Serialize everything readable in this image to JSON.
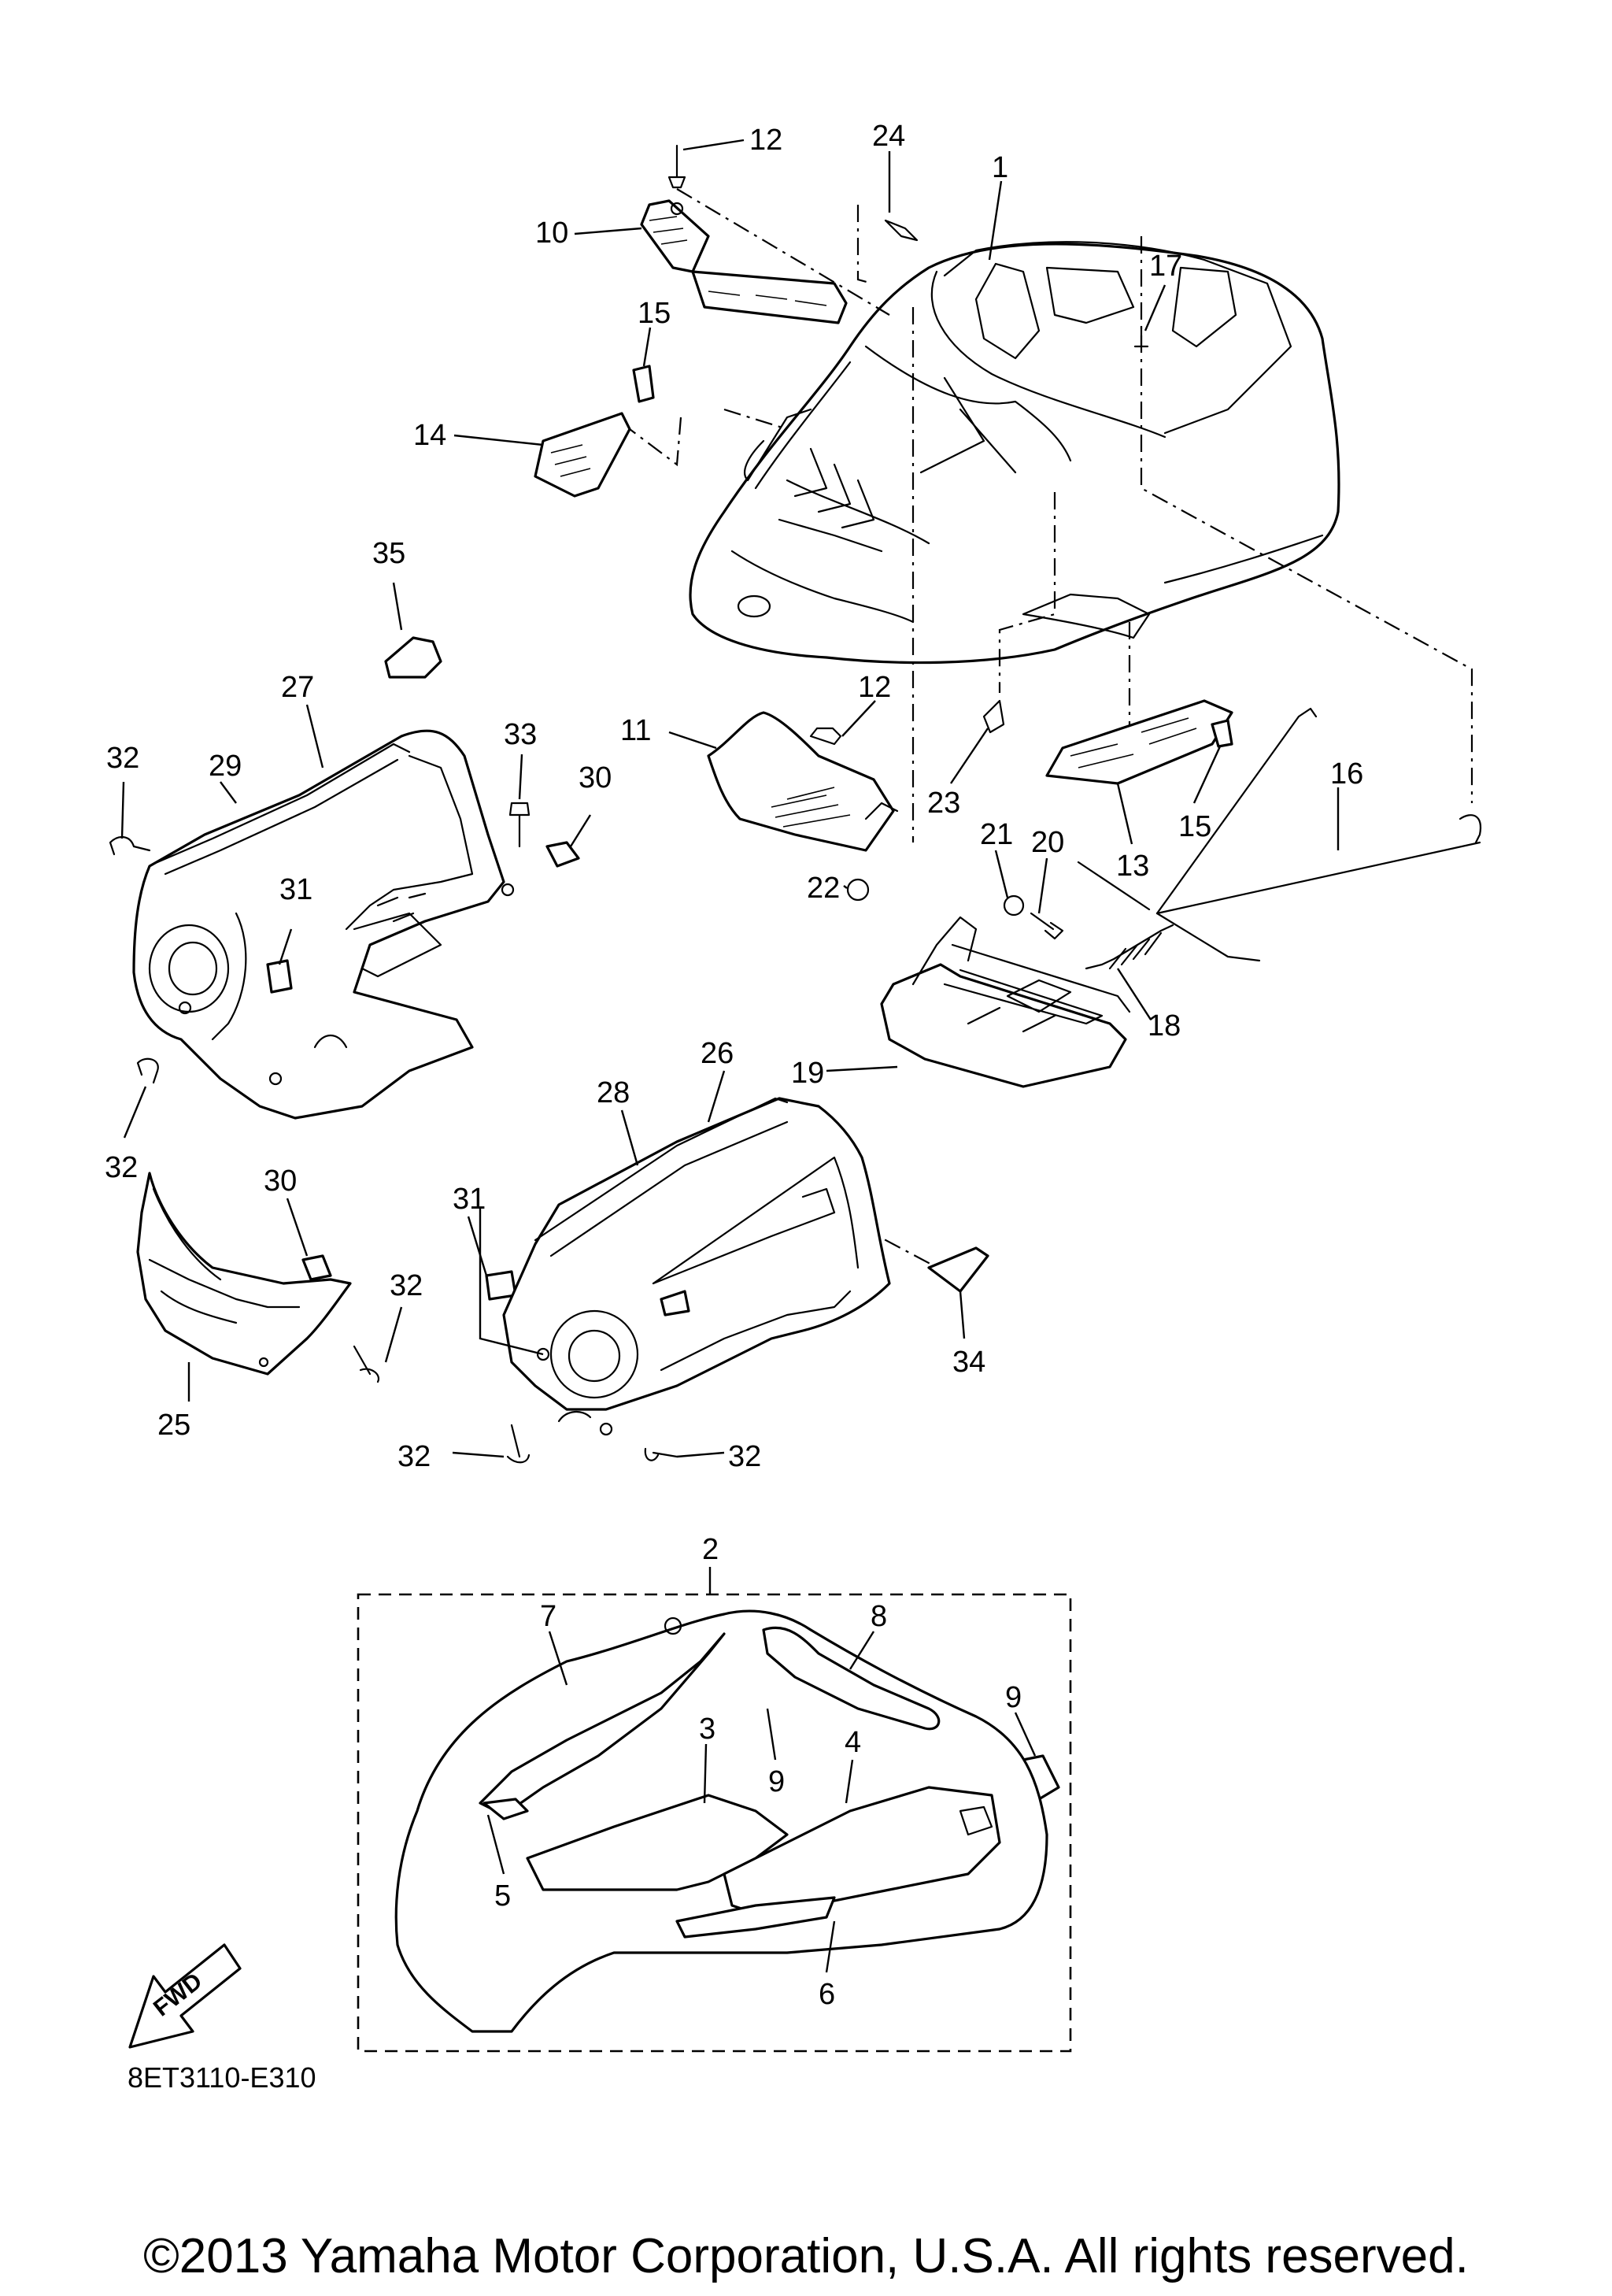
{
  "callouts": {
    "c1": "1",
    "c2": "2",
    "c3": "3",
    "c4": "4",
    "c5": "5",
    "c6": "6",
    "c7": "7",
    "c8": "8",
    "c9": "9",
    "c10": "10",
    "c11": "11",
    "c12": "12",
    "c13": "13",
    "c14": "14",
    "c15": "15",
    "c16": "16",
    "c17": "17",
    "c18": "18",
    "c19": "19",
    "c20": "20",
    "c21": "21",
    "c22": "22",
    "c23": "23",
    "c24": "24",
    "c25": "25",
    "c26": "26",
    "c27": "27",
    "c28": "28",
    "c29": "29",
    "c30": "30",
    "c31": "31",
    "c32": "32",
    "c33": "33",
    "c34": "34",
    "c35": "35"
  },
  "fwd_label": "FWD",
  "diagram_code": "8ET3110-E310",
  "copyright": "©2013 Yamaha Motor Corporation, U.S.A. All rights reserved."
}
